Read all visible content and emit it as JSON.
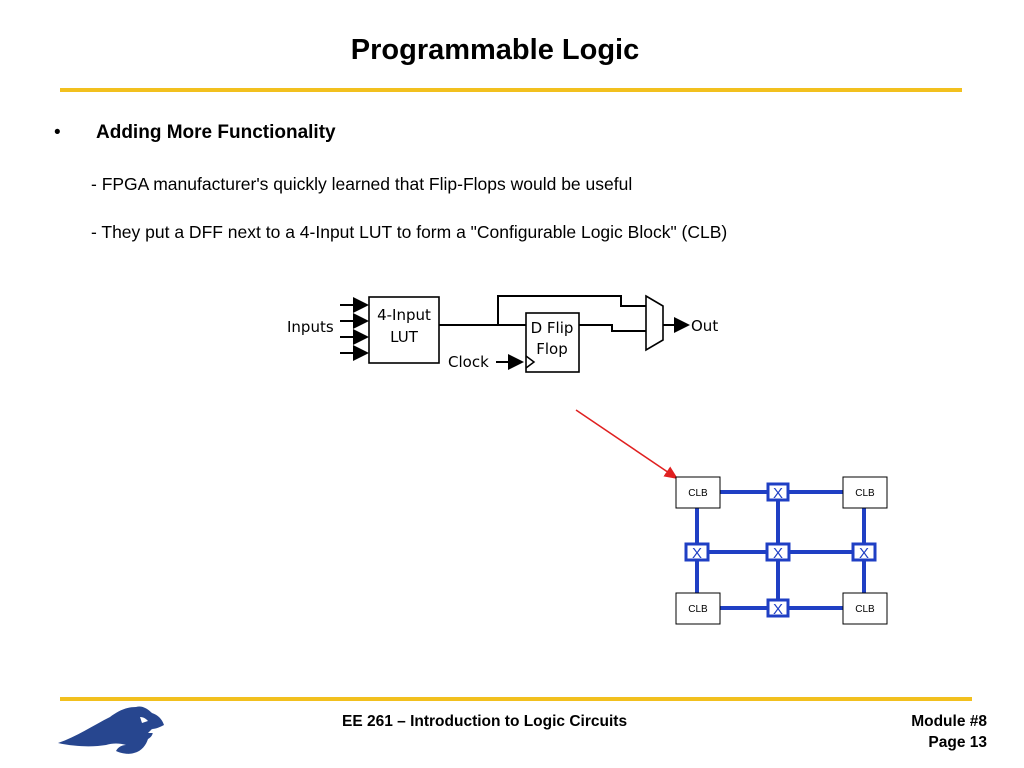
{
  "slide": {
    "title": "Programmable Logic",
    "bullet_marker": "•",
    "heading": "Adding More Functionality",
    "lines": [
      "- FPGA manufacturer's quickly learned that Flip-Flops would be useful",
      "- They put a DFF next to a 4-Input LUT to form a \"Configurable Logic Block\" (CLB)"
    ]
  },
  "clb_diagram": {
    "inputs_label": "Inputs",
    "lut_label_1": "4-Input",
    "lut_label_2": "LUT",
    "dff_label_1": "D Flip",
    "dff_label_2": "Flop",
    "clock_label": "Clock",
    "out_label": "Out"
  },
  "fabric": {
    "clb_label": "CLB",
    "switch_label": "X",
    "wire_color": "#1f3fc4",
    "arrow_color": "#e02020"
  },
  "footer": {
    "course": "EE 261 – Introduction to Logic Circuits",
    "module": "Module #8",
    "page": "Page 13"
  },
  "colors": {
    "rule": "#f2c01e",
    "logo": "#27468f"
  }
}
